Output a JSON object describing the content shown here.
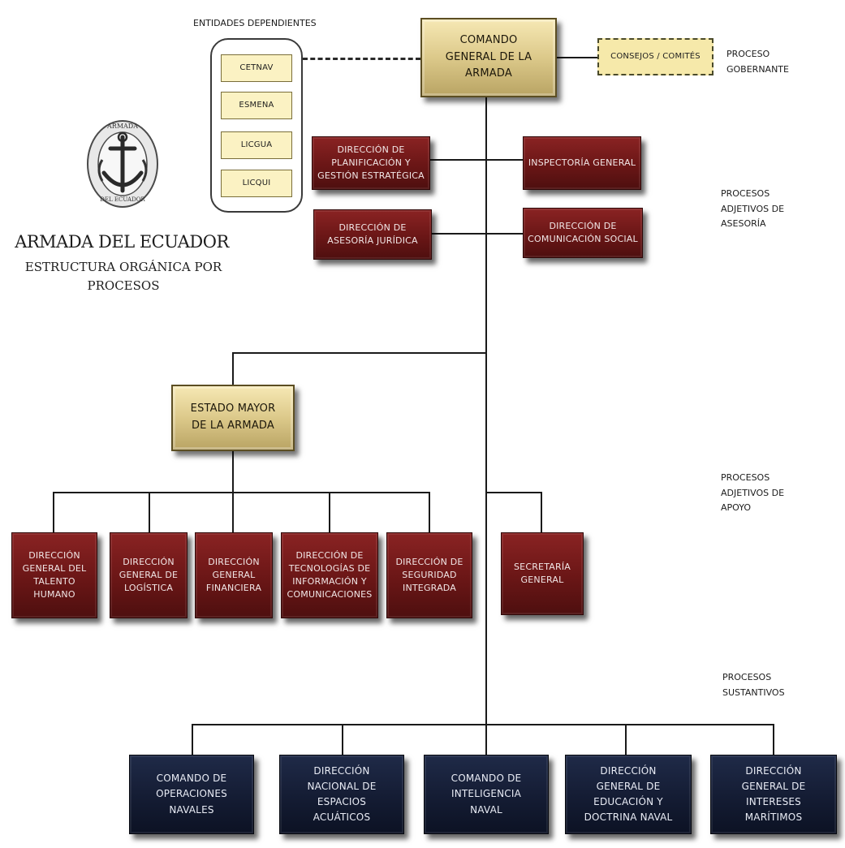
{
  "top_label": "ENTIDADES DEPENDIENTES",
  "entidades": [
    "CETNAV",
    "ESMENA",
    "LICGUA",
    "LICQUI"
  ],
  "comando_general": "COMANDO GENERAL DE LA ARMADA",
  "consejos": "CONSEJOS / COMITÉS",
  "logo": {
    "ring_top": "ARMADA",
    "ring_bottom": "DEL ECUADOR",
    "title": "ARMADA DEL ECUADOR",
    "subtitle": "ESTRUCTURA ORGÁNICA POR PROCESOS"
  },
  "asesoria": [
    "DIRECCIÓN DE PLANIFICACIÓN Y GESTIÓN ESTRATÉGICA",
    "INSPECTORÍA GENERAL",
    "DIRECCIÓN DE ASESORÍA JURÍDICA",
    "DIRECCIÓN DE COMUNICACIÓN SOCIAL"
  ],
  "estado_mayor": "ESTADO MAYOR DE LA ARMADA",
  "apoyo": [
    "DIRECCIÓN GENERAL DEL TALENTO HUMANO",
    "DIRECCIÓN GENERAL DE LOGÍSTICA",
    "DIRECCIÓN GENERAL FINANCIERA",
    "DIRECCIÓN DE TECNOLOGÍAS DE INFORMACIÓN Y COMUNICACIONES",
    "DIRECCIÓN DE SEGURIDAD INTEGRADA",
    "SECRETARÍA GENERAL"
  ],
  "sustantivos": [
    "COMANDO DE OPERACIONES NAVALES",
    "DIRECCIÓN NACIONAL DE ESPACIOS ACUÁTICOS",
    "COMANDO DE INTELIGENCIA NAVAL",
    "DIRECCIÓN GENERAL DE EDUCACIÓN Y DOCTRINA NAVAL",
    "DIRECCIÓN GENERAL DE INTERESES MARÍTIMOS"
  ],
  "process_labels": {
    "gobernante": "PROCESO GOBERNANTE",
    "asesoria": "PROCESOS ADJETIVOS DE ASESORÍA",
    "apoyo": "PROCESOS ADJETIVOS DE APOYO",
    "sustantivos": "PROCESOS SUSTANTIVOS"
  },
  "colors": {
    "gold": "#dcc98a",
    "dark_red": "#6a1616",
    "navy": "#141c33",
    "pale_yellow": "#fbf2c3"
  }
}
